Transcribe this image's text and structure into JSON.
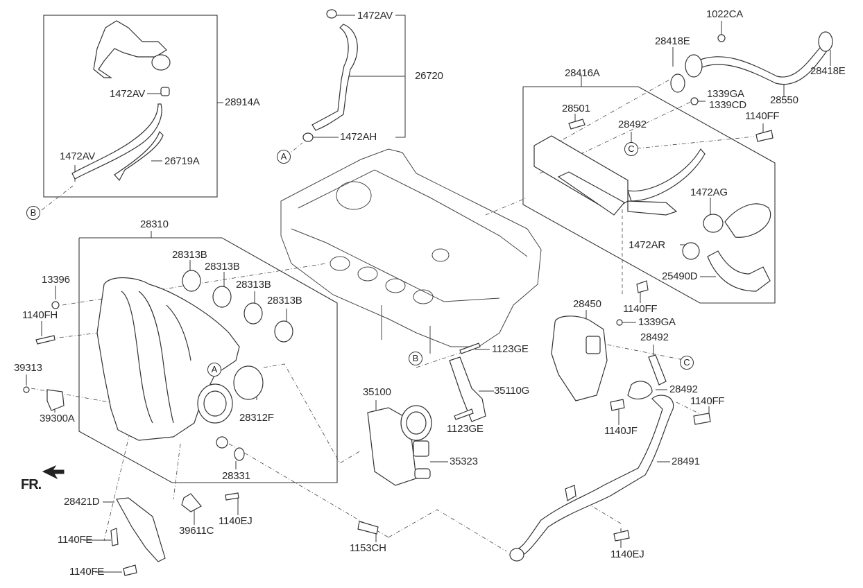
{
  "diagram": {
    "title": "Intake Manifold / EGR Parts Diagram",
    "front_indicator": "FR.",
    "reference_markers": [
      "A",
      "B",
      "C"
    ],
    "labels": {
      "p28914A": "28914A",
      "p1472AV_a": "1472AV",
      "p1472AV_b": "1472AV",
      "p26719A": "26719A",
      "p1472AV_c": "1472AV",
      "p26720": "26720",
      "p1472AH": "1472AH",
      "p1022CA": "1022CA",
      "p28418E_a": "28418E",
      "p28418E_b": "28418E",
      "p28550": "28550",
      "p28416A": "28416A",
      "p1339GA_a": "1339GA",
      "p1339CD": "1339CD",
      "p28501": "28501",
      "p28492_a": "28492",
      "p1140FF_a": "1140FF",
      "p1472AG": "1472AG",
      "p1472AR": "1472AR",
      "p25490D": "25490D",
      "p1140FF_b": "1140FF",
      "p28310": "28310",
      "p28313B_a": "28313B",
      "p28313B_b": "28313B",
      "p28313B_c": "28313B",
      "p28313B_d": "28313B",
      "p13396": "13396",
      "p1140FH": "1140FH",
      "p39313": "39313",
      "p39300A": "39300A",
      "p28312F": "28312F",
      "p28331": "28331",
      "p28450": "28450",
      "p1339GA_b": "1339GA",
      "p28492_b": "28492",
      "p28492_c": "28492",
      "p1140JF": "1140JF",
      "p1140FF_c": "1140FF",
      "p28491": "28491",
      "p1140EJ_a": "1140EJ",
      "p1123GE_a": "1123GE",
      "p1123GE_b": "1123GE",
      "p35110G": "35110G",
      "p35100": "35100",
      "p35323": "35323",
      "p28421D": "28421D",
      "p1140FE_a": "1140FE",
      "p1140FE_b": "1140FE",
      "p39611C": "39611C",
      "p1140EJ_b": "1140EJ",
      "p1153CH": "1153CH"
    }
  }
}
